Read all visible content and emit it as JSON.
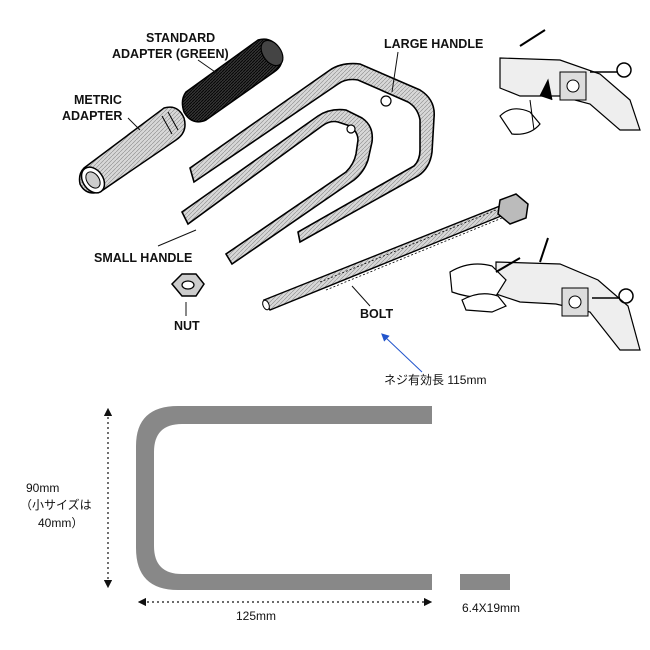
{
  "labels": {
    "standard_adapter": [
      "STANDARD",
      "ADAPTER (GREEN)"
    ],
    "metric_adapter": [
      "METRIC",
      "ADAPTER"
    ],
    "large_handle": "LARGE HANDLE",
    "small_handle": "SMALL HANDLE",
    "nut": "NUT",
    "bolt": "BOLT"
  },
  "annotations": {
    "thread_length": "ネジ有効長 115mm",
    "height_dim": [
      "90mm",
      "（小サイズは",
      "40mm）"
    ],
    "width_dim": "125mm",
    "bar_section": "6.4X19mm"
  },
  "colors": {
    "bracket": "#888888",
    "pointer_arrow": "#2255cc",
    "ink": "#111111"
  }
}
